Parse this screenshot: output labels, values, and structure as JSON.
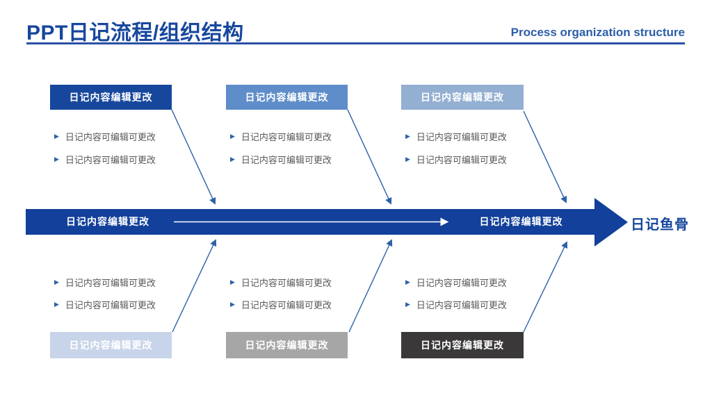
{
  "header": {
    "title": "PPT日记流程/组织结构",
    "subtitle": "Process organization structure"
  },
  "colors": {
    "primary_blue": "#17479D",
    "spine_blue": "#12409A",
    "connector_blue": "#2E5FA8",
    "divider_blue": "#2B51A5",
    "subtitle_blue": "#2C5EA8",
    "bullet_text_gray": "#595959",
    "box_text_white": "#FFFFFF"
  },
  "fishbone": {
    "spine": {
      "left_label": "日记内容编辑更改",
      "right_label": "日记内容编辑更改",
      "color": "#12409A"
    },
    "tail_label": "日记鱼骨",
    "top_branches": [
      {
        "label": "日记内容编辑更改",
        "color": "#17479D",
        "bullets": [
          "日记内容可编辑可更改",
          "日记内容可编辑可更改"
        ]
      },
      {
        "label": "日记内容编辑更改",
        "color": "#5E8DC9",
        "bullets": [
          "日记内容可编辑可更改",
          "日记内容可编辑可更改"
        ]
      },
      {
        "label": "日记内容编辑更改",
        "color": "#93AFD2",
        "bullets": [
          "日记内容可编辑可更改",
          "日记内容可编辑可更改"
        ]
      }
    ],
    "bottom_branches": [
      {
        "label": "日记内容编辑更改",
        "color": "#C8D4E9",
        "bullets": [
          "日记内容可编辑可更改",
          "日记内容可编辑可更改"
        ]
      },
      {
        "label": "日记内容编辑更改",
        "color": "#A6A6A6",
        "bullets": [
          "日记内容可编辑可更改",
          "日记内容可编辑可更改"
        ]
      },
      {
        "label": "日记内容编辑更改",
        "color": "#3A3838",
        "bullets": [
          "日记内容可编辑可更改",
          "日记内容可编辑可更改"
        ]
      }
    ]
  }
}
